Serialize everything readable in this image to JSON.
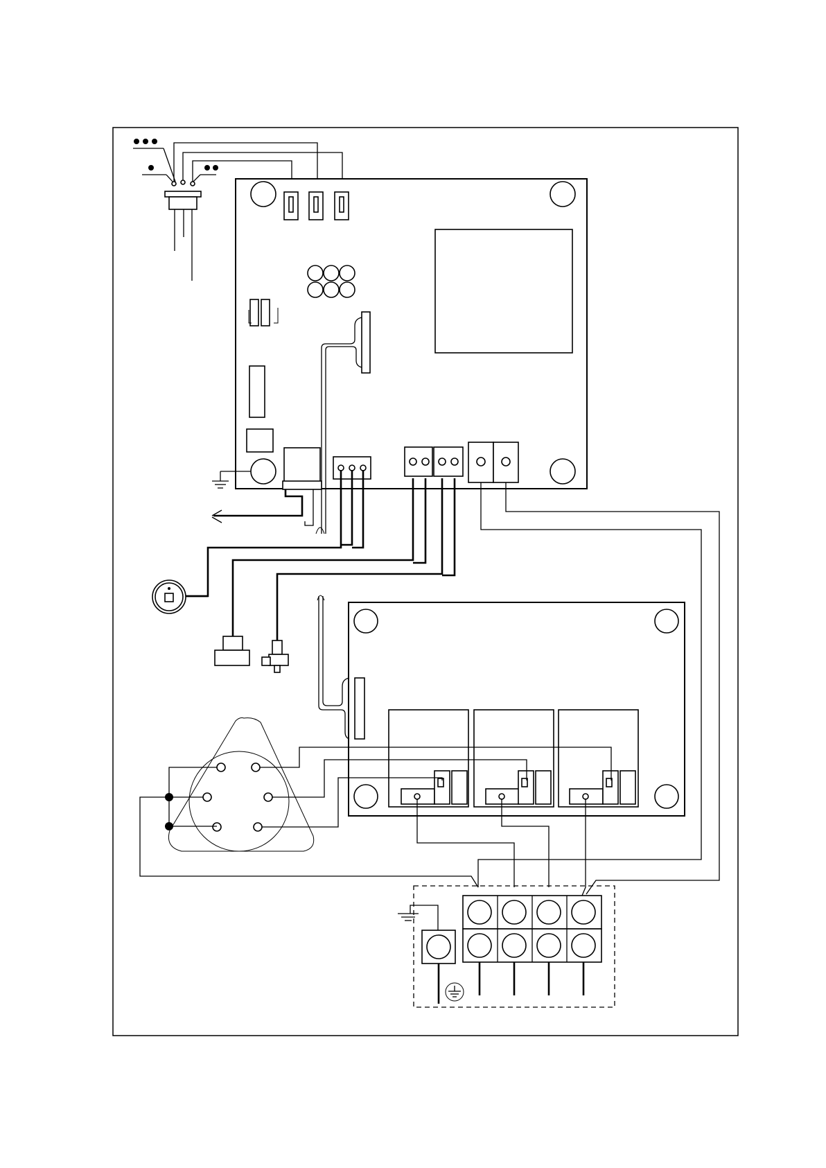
{
  "diagram": {
    "kind": "electrical wiring schematic",
    "colors": {
      "ink": "#000000",
      "paper": "#ffffff"
    },
    "components": [
      "probe-assembly",
      "main-control-board",
      "relay-board",
      "air-sensor",
      "pressure-switch",
      "push-button",
      "pump-motor",
      "terminal-block",
      "ground-terminal"
    ]
  }
}
